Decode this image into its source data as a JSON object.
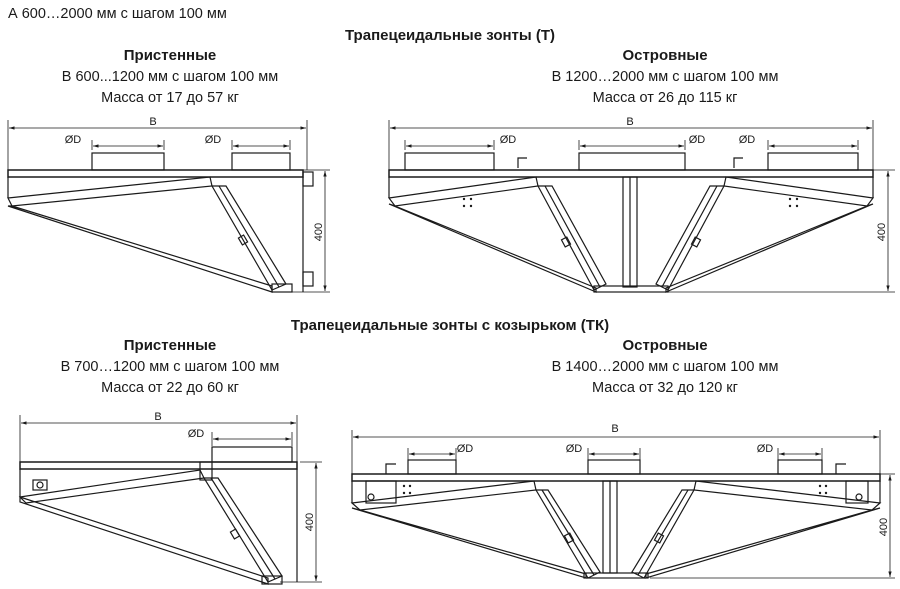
{
  "length_a": "А 600…2000 мм с шагом 100 мм",
  "section_t": {
    "title": "Трапецеидальные зонты (Т)",
    "wall": {
      "title": "Пристенные",
      "range": "В 600...1200 мм с шагом 100 мм",
      "mass": "Масса от 17 до 57 кг"
    },
    "island": {
      "title": "Островные",
      "range": "В 1200…2000 мм с шагом 100 мм",
      "mass": "Масса от 26 до 115 кг"
    }
  },
  "section_tk": {
    "title": "Трапецеидальные зонты с козырьком (ТК)",
    "wall": {
      "title": "Пристенные",
      "range": "В 700…1200 мм с шагом 100 мм",
      "mass": "Масса от 22 до 60 кг"
    },
    "island": {
      "title": "Островные",
      "range": "В 1400…2000 мм с шагом 100 мм",
      "mass": "Масса от 32 до 120 кг"
    }
  },
  "dims": {
    "width": "В",
    "diameter": "ØD",
    "height": "400"
  }
}
